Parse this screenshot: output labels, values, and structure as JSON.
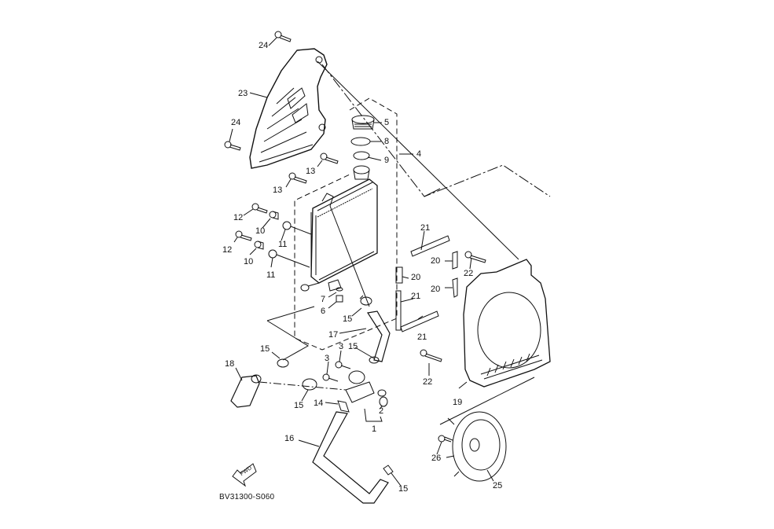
{
  "diagram": {
    "title": "Radiator & Hose exploded parts diagram",
    "code": "BV31300-S060",
    "fwd_label": "FWD",
    "callouts": [
      {
        "id": "c24a",
        "text": "24"
      },
      {
        "id": "c23",
        "text": "23"
      },
      {
        "id": "c24b",
        "text": "24"
      },
      {
        "id": "c5",
        "text": "5"
      },
      {
        "id": "c8",
        "text": "8"
      },
      {
        "id": "c9",
        "text": "9"
      },
      {
        "id": "c4",
        "text": "4"
      },
      {
        "id": "c13a",
        "text": "13"
      },
      {
        "id": "c13b",
        "text": "13"
      },
      {
        "id": "c12a",
        "text": "12"
      },
      {
        "id": "c10a",
        "text": "10"
      },
      {
        "id": "c11a",
        "text": "11"
      },
      {
        "id": "c12b",
        "text": "12"
      },
      {
        "id": "c10b",
        "text": "10"
      },
      {
        "id": "c11b",
        "text": "11"
      },
      {
        "id": "c7",
        "text": "7"
      },
      {
        "id": "c6",
        "text": "6"
      },
      {
        "id": "c15a",
        "text": "15"
      },
      {
        "id": "c21a",
        "text": "21"
      },
      {
        "id": "c20a",
        "text": "20"
      },
      {
        "id": "c22a",
        "text": "22"
      },
      {
        "id": "c20b",
        "text": "20"
      },
      {
        "id": "c20c",
        "text": "20"
      },
      {
        "id": "c21b",
        "text": "21"
      },
      {
        "id": "c21c",
        "text": "21"
      },
      {
        "id": "c17",
        "text": "17"
      },
      {
        "id": "c15b",
        "text": "15"
      },
      {
        "id": "c3a",
        "text": "3"
      },
      {
        "id": "c15c",
        "text": "15"
      },
      {
        "id": "c3b",
        "text": "3"
      },
      {
        "id": "c18",
        "text": "18"
      },
      {
        "id": "c15d",
        "text": "15"
      },
      {
        "id": "c14",
        "text": "14"
      },
      {
        "id": "c2",
        "text": "2"
      },
      {
        "id": "c1",
        "text": "1"
      },
      {
        "id": "c22b",
        "text": "22"
      },
      {
        "id": "c19",
        "text": "19"
      },
      {
        "id": "c16",
        "text": "16"
      },
      {
        "id": "c26",
        "text": "26"
      },
      {
        "id": "c25",
        "text": "25"
      },
      {
        "id": "c15e",
        "text": "15"
      }
    ]
  }
}
